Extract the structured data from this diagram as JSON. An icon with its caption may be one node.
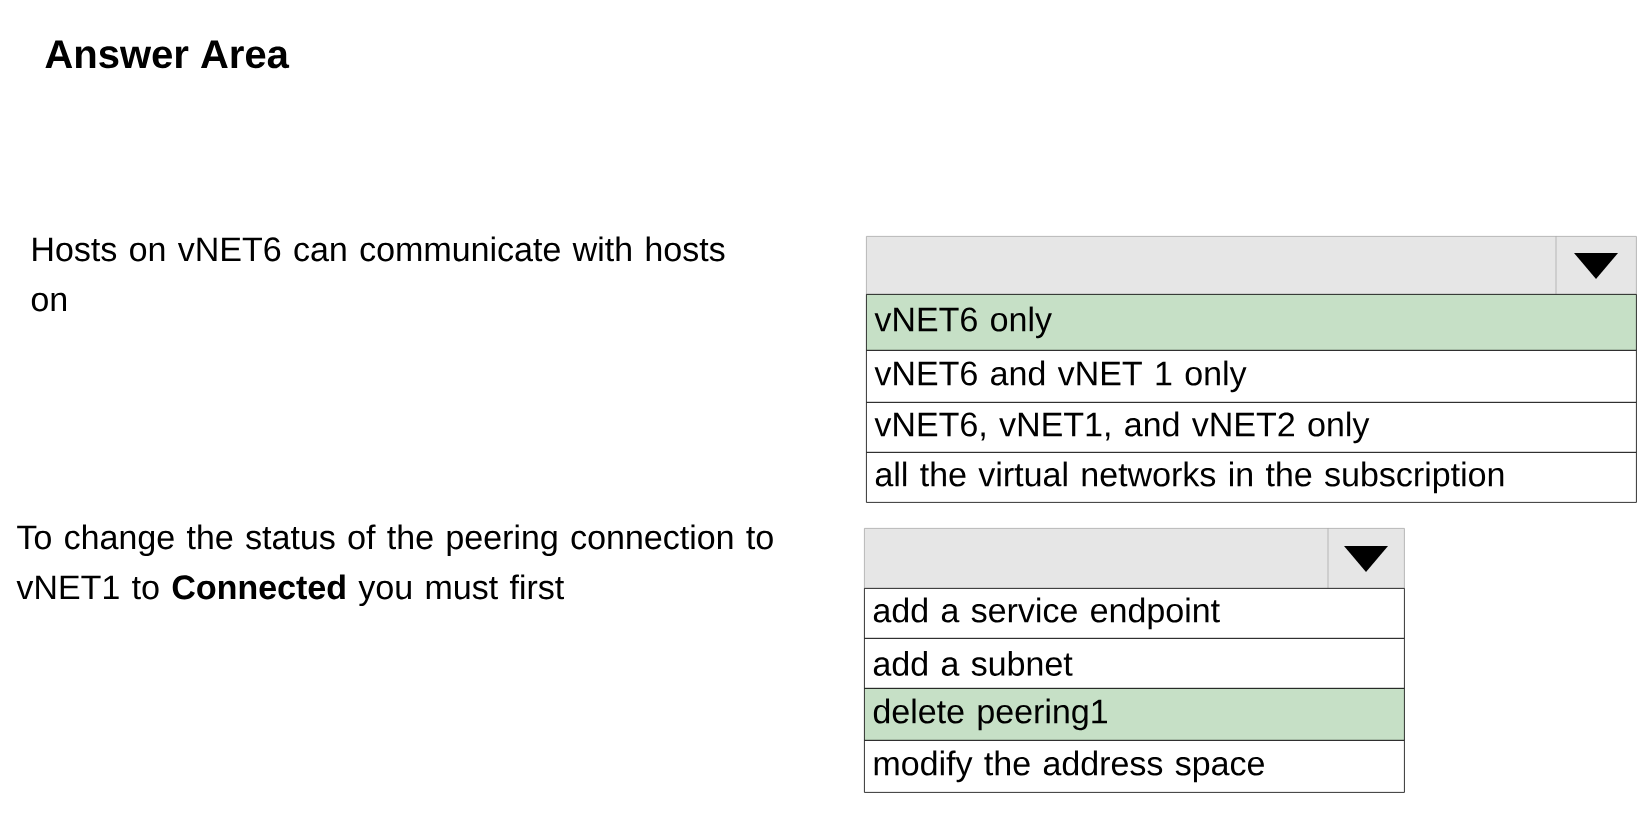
{
  "diagram": {
    "title": "Answer Area",
    "nodes": [
      {
        "text": [],
        "shape": "box"
      },
      {
        "text": [
          "vNET6 only"
        ]
      },
      {
        "text": [
          "vNET6 and vNET 1 only"
        ]
      },
      {
        "text": [
          "vNET6, vNET1, and vNET2 only"
        ]
      },
      {
        "text": [
          "all the virtual networks in the subscription"
        ]
      },
      {
        "text": [],
        "shape": "box"
      },
      {
        "text": [
          "add a service endpoint"
        ]
      },
      {
        "text": [
          "add a subnet"
        ]
      },
      {
        "text": [
          "delete peering1"
        ]
      },
      {
        "text": [
          "modify the address space"
        ]
      }
    ],
    "labels": [
      "Hosts on vNET6 can communicate with hosts on",
      "To change the status of the peering connection to vNET1 to **Connected** you must first"
    ]
  }
}
